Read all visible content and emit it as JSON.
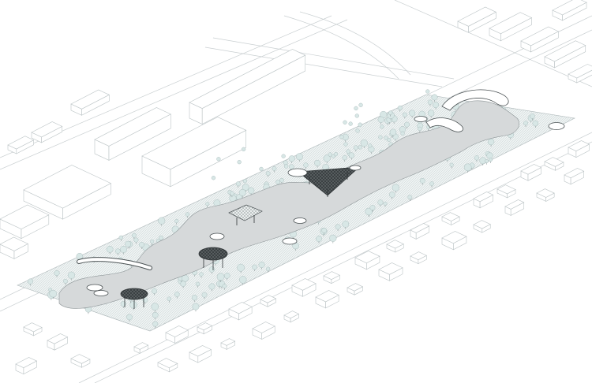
{
  "colors": {
    "background": "#ffffff",
    "context_line": "#bcc4c6",
    "path_fill": "#d6d9da",
    "tree_canopy": "#d8e7e6",
    "canopy_dark": "#2f3436"
  },
  "elements": {
    "context_buildings": "context-buildings",
    "park_strip": "linear-park",
    "winding_path": "winding-path",
    "trees": "tree-canopies",
    "pavilions": "pavilion-canopies",
    "ring_structure": "ring-bridge"
  }
}
